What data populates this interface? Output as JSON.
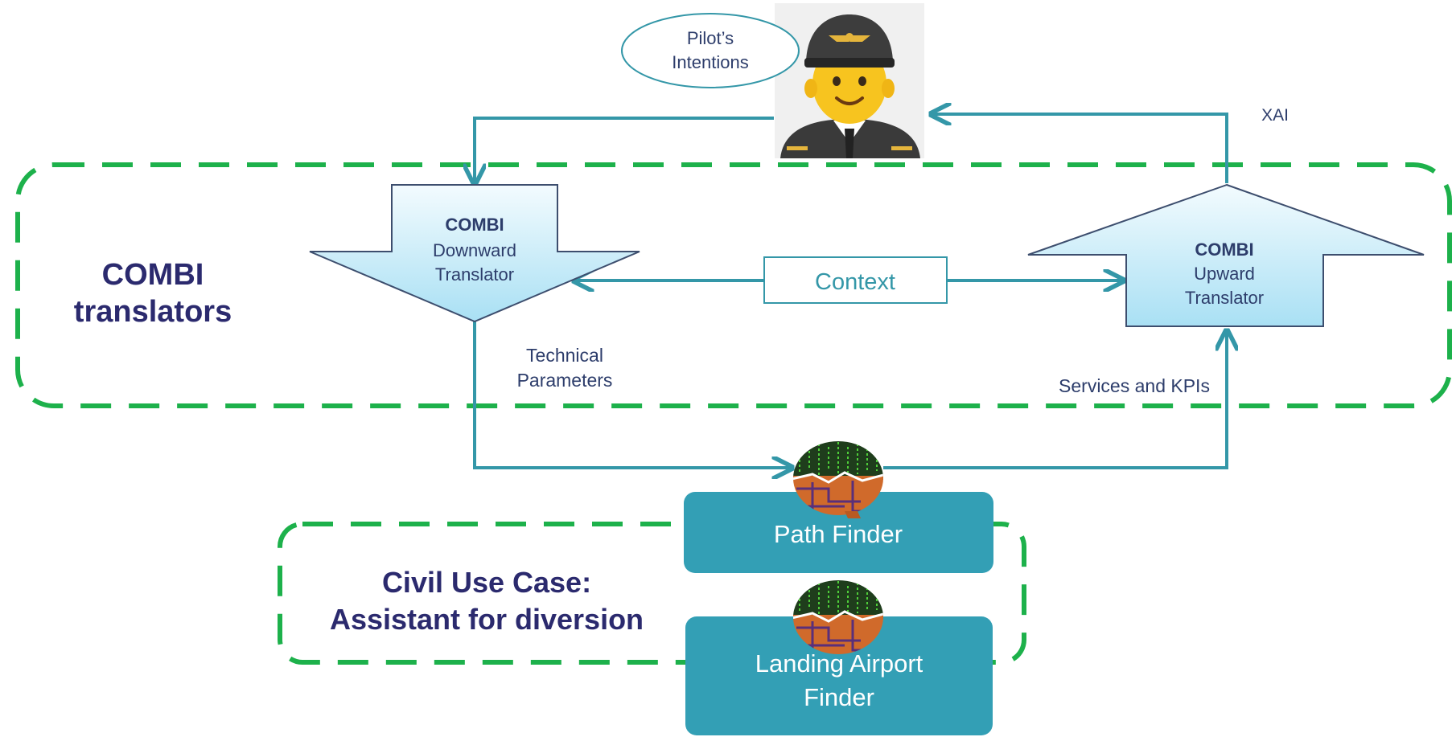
{
  "title": "",
  "pilot": {
    "intentions_line1": "Pilot’s",
    "intentions_line2": "Intentions",
    "icon": "pilot-icon"
  },
  "downward_translator": {
    "brand": "COMBI",
    "line1": "Downward",
    "line2": "Translator"
  },
  "upward_translator": {
    "brand": "COMBI",
    "line1": "Upward",
    "line2": "Translator"
  },
  "context_label": "Context",
  "translators_group": {
    "line1": "COMBI",
    "line2": "translators"
  },
  "labels": {
    "xai": "XAI",
    "technical_line1": "Technical",
    "technical_line2": "Parameters",
    "services_kpis": "Services and KPIs"
  },
  "use_case": {
    "line1": "Civil Use Case:",
    "line2": "Assistant for diversion"
  },
  "modules": {
    "path_finder": "Path Finder",
    "landing_line1": "Landing Airport",
    "landing_line2": "Finder",
    "brain_icon": "ai-brain-icon"
  },
  "colors": {
    "dashed_border": "#1db14b",
    "flow_arrow": "#3497a8",
    "module_fill": "#339fb5",
    "heading_text": "#2b2a6e",
    "body_text": "#2d3d6b",
    "translator_fill_top": "#f3fbfe",
    "translator_fill_bottom": "#a9e0f4"
  }
}
